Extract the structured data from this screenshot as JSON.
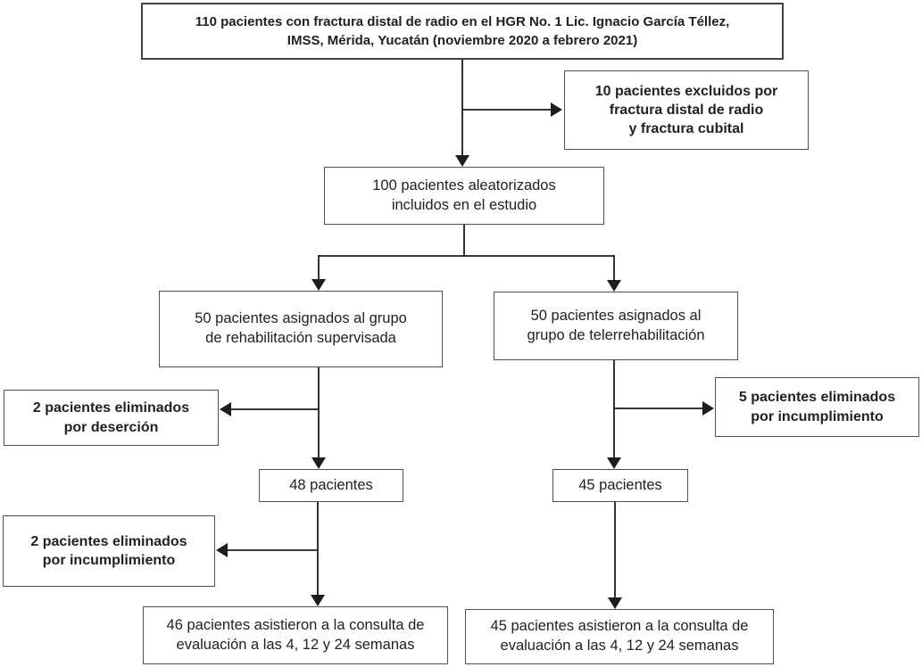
{
  "colors": {
    "background": "#ffffff",
    "box_border": "#4f4f52",
    "title_box_border": "#434346",
    "connector_line": "#1d1d1d",
    "text": "#232021"
  },
  "flowchart": {
    "nodes": {
      "enrolled": {
        "count": 110,
        "text": "110 pacientes con fractura distal de radio en el HGR No. 1 Lic. Ignacio García Téllez,\nIMSS, Mérida, Yucatán (noviembre 2020 a febrero 2021)",
        "emphasis": "bold"
      },
      "excluded": {
        "count": 10,
        "text": "10 pacientes excluidos por\nfractura distal de radio\ny fractura cubital",
        "emphasis": "bold"
      },
      "randomized": {
        "count": 100,
        "text": "100 pacientes aleatorizados\nincluidos en el estudio",
        "emphasis": "normal"
      },
      "group_supervised": {
        "count": 50,
        "text": "50 pacientes asignados al grupo\nde rehabilitación supervisada",
        "emphasis": "normal"
      },
      "group_tele": {
        "count": 50,
        "text": "50 pacientes asignados al\ngrupo de telerrehabilitación",
        "emphasis": "normal"
      },
      "eliminated_desertion_left": {
        "count": 2,
        "text": "2 pacientes eliminados\npor deserción",
        "emphasis": "bold"
      },
      "eliminated_noncompliance_right": {
        "count": 5,
        "text": "5 pacientes eliminados\npor incumplimiento",
        "emphasis": "bold"
      },
      "remaining_left": {
        "count": 48,
        "text": "48 pacientes",
        "emphasis": "normal"
      },
      "remaining_right": {
        "count": 45,
        "text": "45 pacientes",
        "emphasis": "normal"
      },
      "eliminated_noncompliance_left": {
        "count": 2,
        "text": "2 pacientes eliminados\npor incumplimiento",
        "emphasis": "bold"
      },
      "attended_left": {
        "count": 46,
        "text": "46 pacientes asistieron a la consulta de\nevaluación a las 4, 12 y 24 semanas",
        "emphasis": "normal"
      },
      "attended_right": {
        "count": 45,
        "text": "45 pacientes asistieron a la consulta de\nevaluación a las 4, 12 y 24 semanas",
        "emphasis": "normal"
      }
    },
    "edges": [
      {
        "from": "enrolled",
        "to": "randomized"
      },
      {
        "from": "enrolled",
        "to": "excluded"
      },
      {
        "from": "randomized",
        "to": "group_supervised"
      },
      {
        "from": "randomized",
        "to": "group_tele"
      },
      {
        "from": "group_supervised",
        "to": "eliminated_desertion_left"
      },
      {
        "from": "group_supervised",
        "to": "remaining_left"
      },
      {
        "from": "group_tele",
        "to": "eliminated_noncompliance_right"
      },
      {
        "from": "group_tele",
        "to": "remaining_right"
      },
      {
        "from": "remaining_left",
        "to": "eliminated_noncompliance_left"
      },
      {
        "from": "remaining_left",
        "to": "attended_left"
      },
      {
        "from": "remaining_right",
        "to": "attended_right"
      }
    ]
  }
}
